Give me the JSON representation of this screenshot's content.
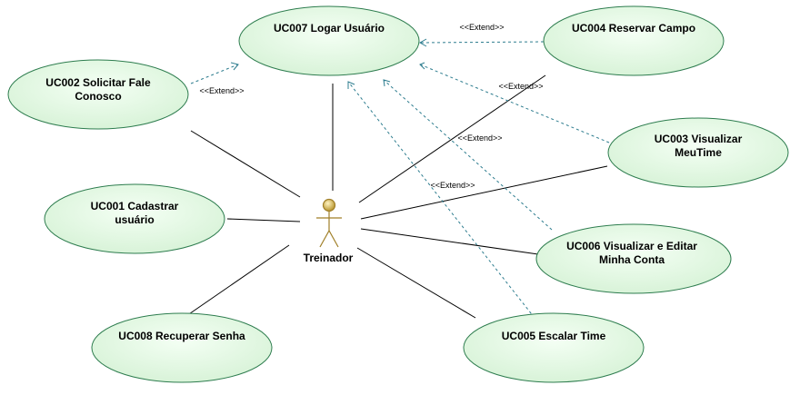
{
  "diagram": {
    "actor": {
      "name": "Treinador"
    },
    "use_cases": {
      "uc007": {
        "line1": "UC007 Logar Usuário",
        "line2": ""
      },
      "uc004": {
        "line1": "UC004 Reservar Campo",
        "line2": ""
      },
      "uc002": {
        "line1": "UC002 Solicitar Fale",
        "line2": "Conosco"
      },
      "uc003": {
        "line1": "UC003 Visualizar",
        "line2": "MeuTime"
      },
      "uc001": {
        "line1": "UC001 Cadastrar",
        "line2": "usuário"
      },
      "uc006": {
        "line1": "UC006 Visualizar e Editar",
        "line2": "Minha Conta"
      },
      "uc008": {
        "line1": "UC008 Recuperar Senha",
        "line2": ""
      },
      "uc005": {
        "line1": "UC005 Escalar Time",
        "line2": ""
      }
    },
    "extend_label": "<<Extend>>",
    "colors": {
      "usecase_fill": "#e8f8e8",
      "usecase_stroke": "#2e7d4f",
      "association": "#000000",
      "extend": "#2e7d8f",
      "actor": "#c8a84b"
    }
  }
}
